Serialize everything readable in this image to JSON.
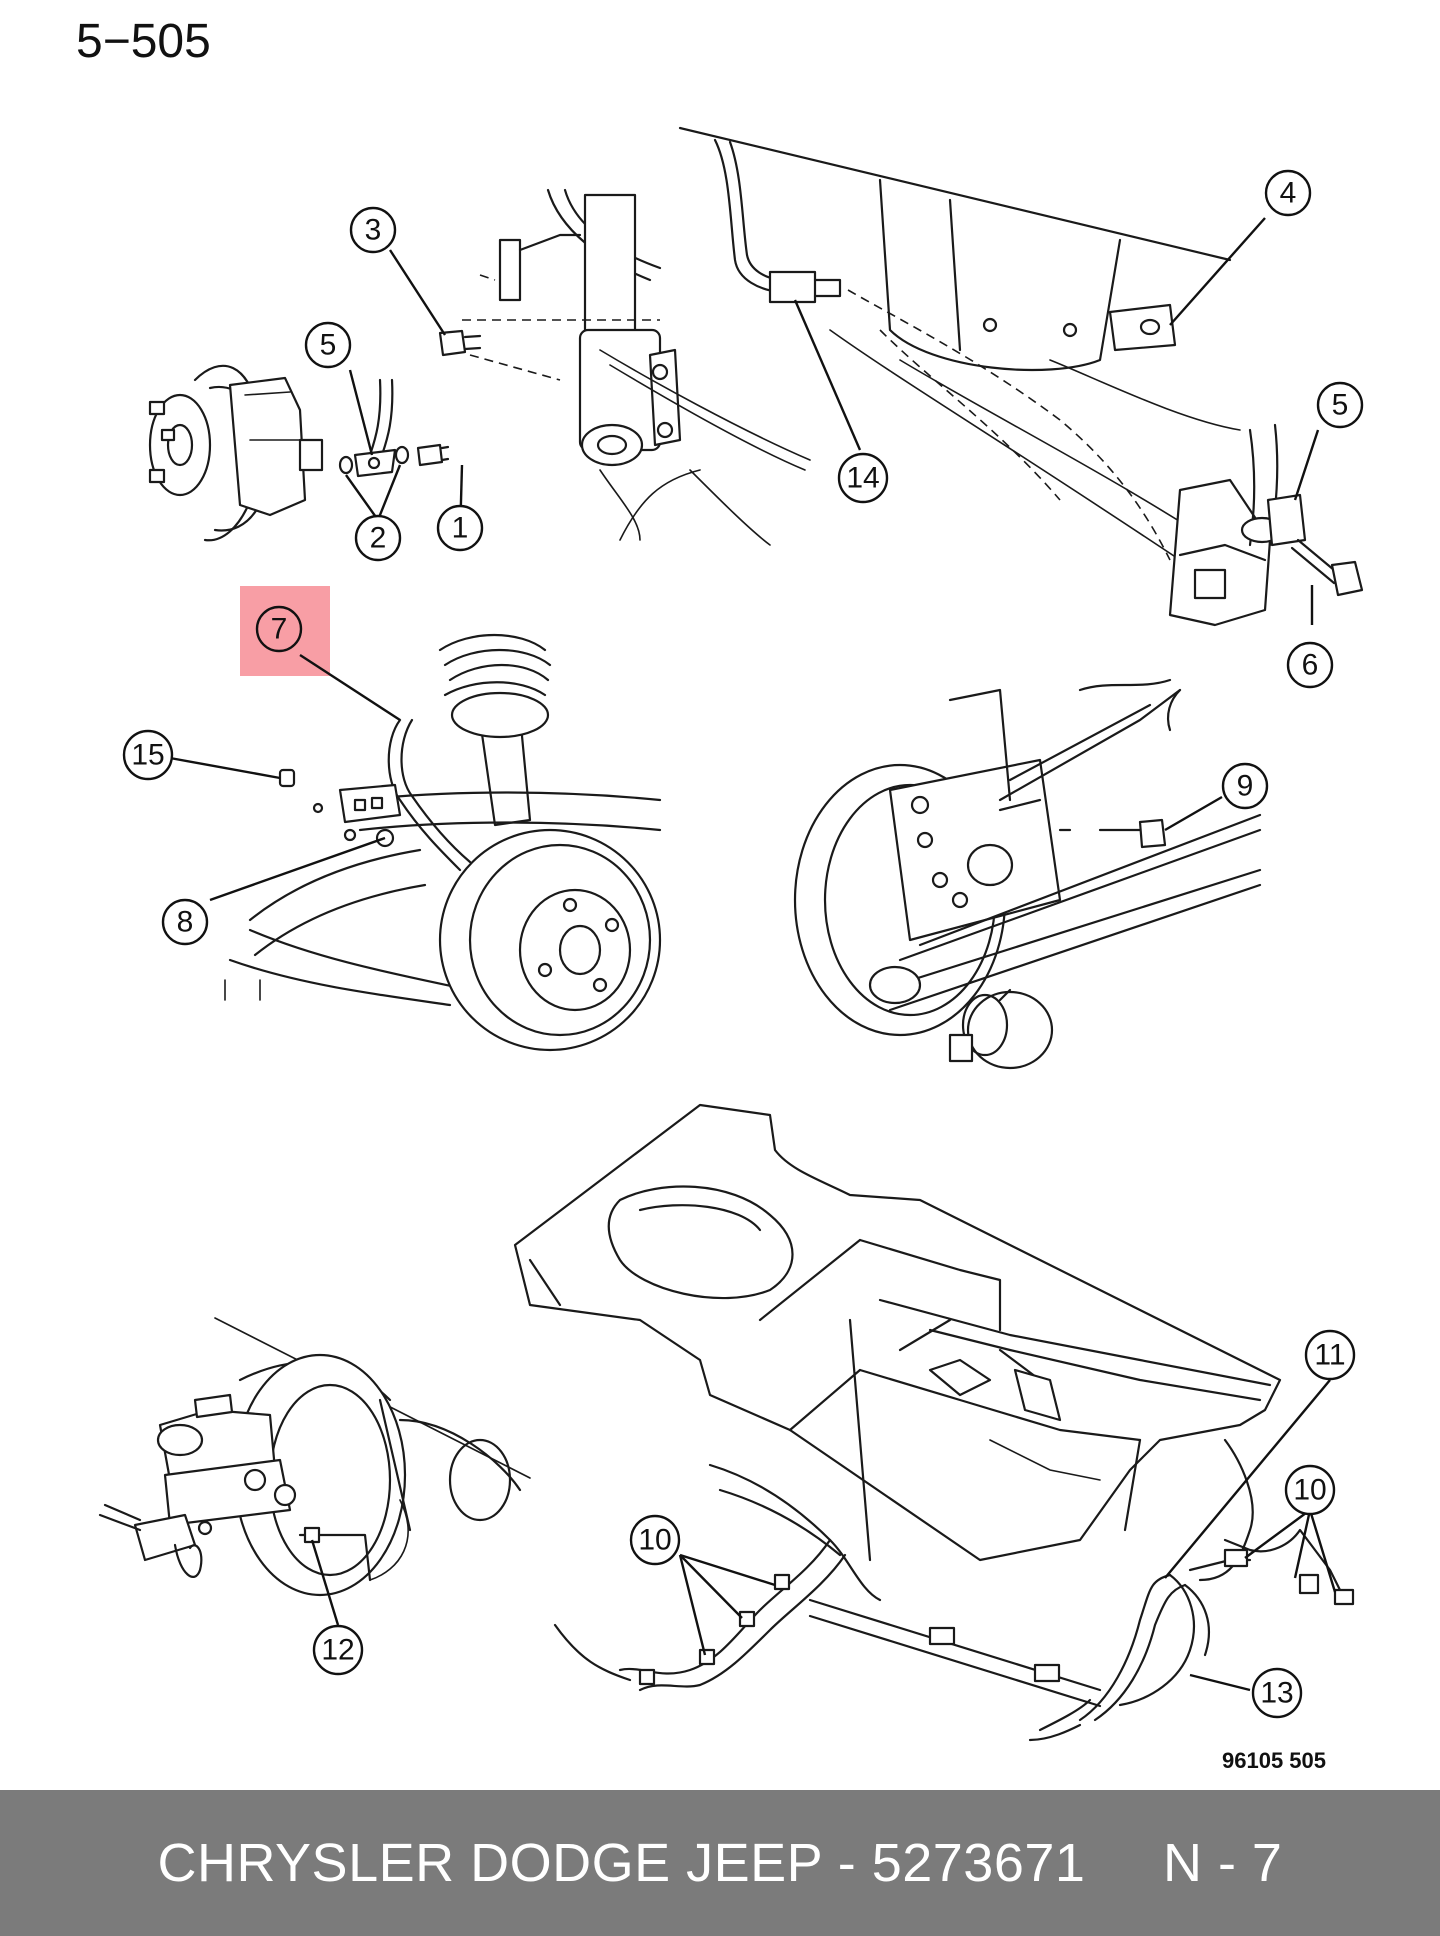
{
  "page": {
    "page_number": "5−505",
    "figure_code": "96105  505"
  },
  "callouts": [
    {
      "id": "c1",
      "label": "1"
    },
    {
      "id": "c2",
      "label": "2"
    },
    {
      "id": "c3",
      "label": "3"
    },
    {
      "id": "c4",
      "label": "4"
    },
    {
      "id": "c5a",
      "label": "5"
    },
    {
      "id": "c5b",
      "label": "5"
    },
    {
      "id": "c6",
      "label": "6"
    },
    {
      "id": "c7",
      "label": "7"
    },
    {
      "id": "c8",
      "label": "8"
    },
    {
      "id": "c9",
      "label": "9"
    },
    {
      "id": "c10a",
      "label": "10"
    },
    {
      "id": "c10b",
      "label": "10"
    },
    {
      "id": "c11",
      "label": "11"
    },
    {
      "id": "c12",
      "label": "12"
    },
    {
      "id": "c13",
      "label": "13"
    },
    {
      "id": "c14",
      "label": "14"
    },
    {
      "id": "c15",
      "label": "15"
    }
  ],
  "highlight": {
    "callout": "7",
    "color": "#f57882"
  },
  "footer": {
    "text": "CHRYSLER DODGE JEEP - 5273671     N - 7",
    "background": "#7b7b7b"
  }
}
